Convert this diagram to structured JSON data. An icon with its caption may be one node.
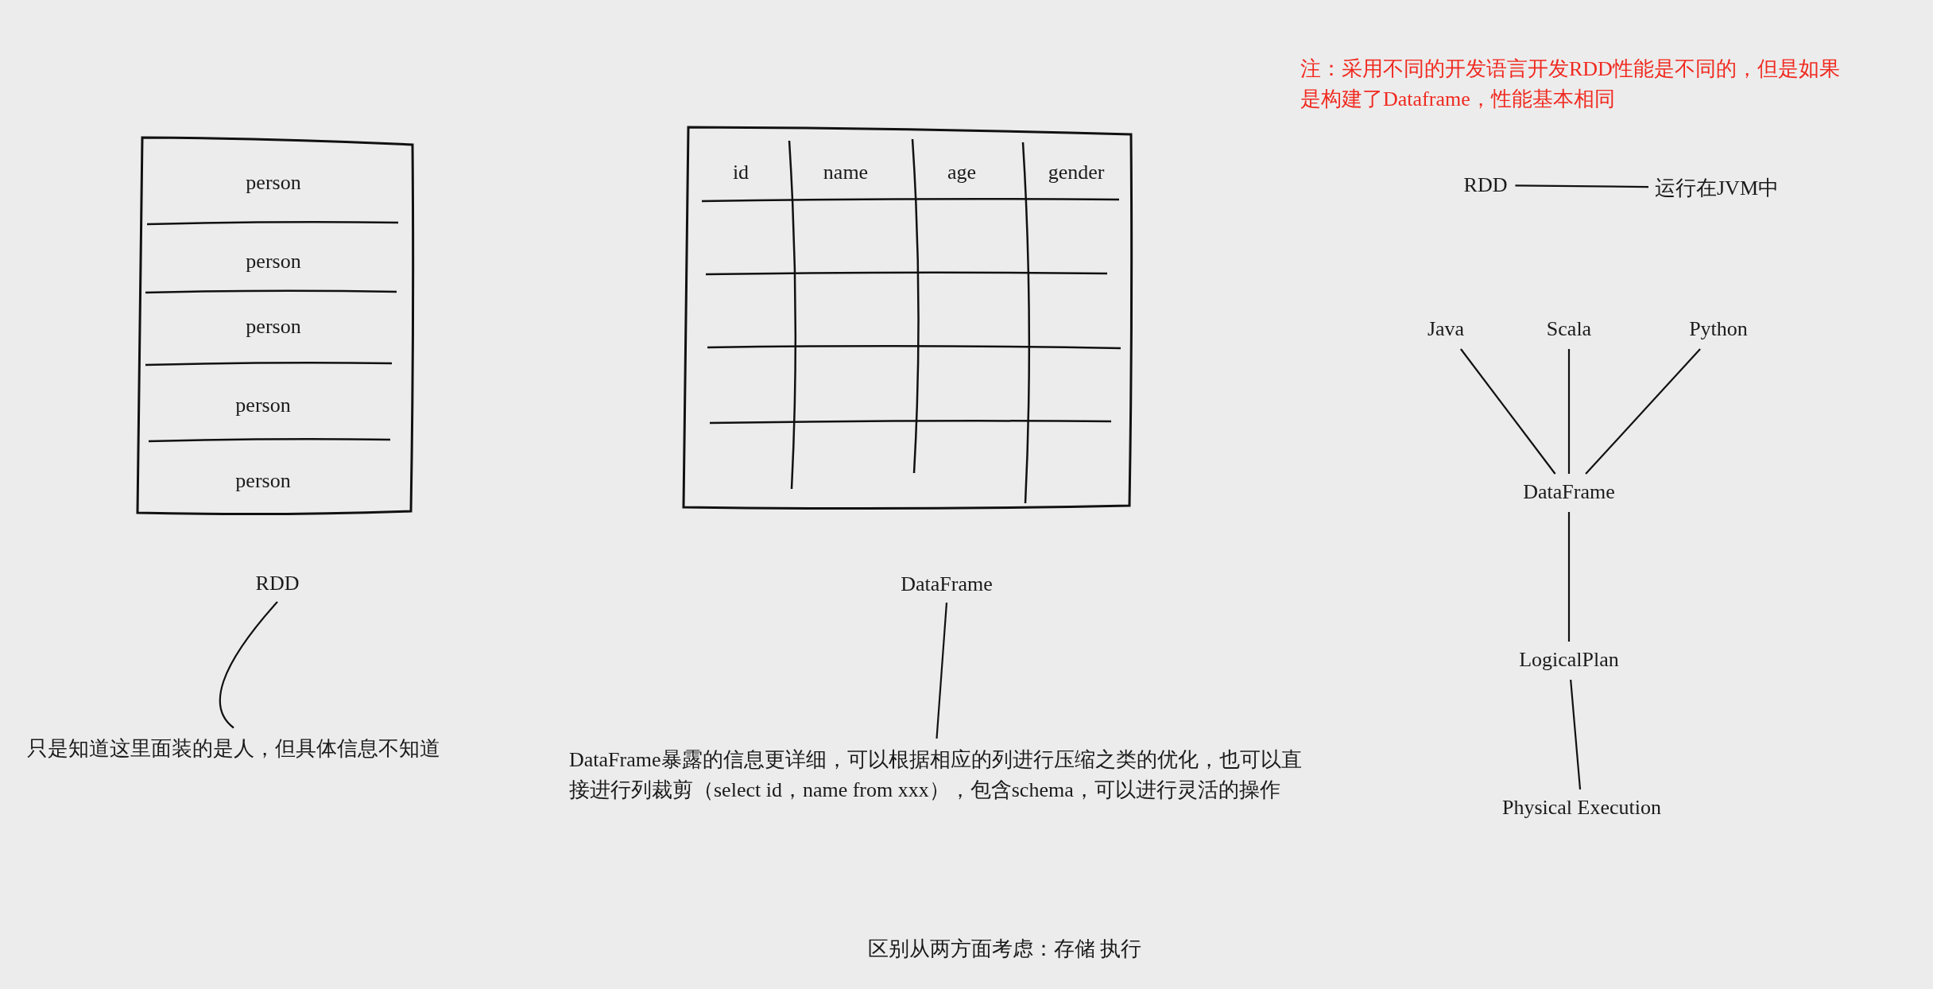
{
  "diagram": {
    "nodes": [
      {
        "text": [
          "person",
          "person",
          "person",
          "person",
          "person"
        ]
      },
      {
        "text": [
          "id",
          "name",
          "age",
          "gender"
        ]
      },
      {
        "text": [
          "RDD"
        ]
      },
      {
        "text": [
          "只是知道这里面装的是人，但具体信息不知道"
        ]
      },
      {
        "text": [
          "DataFrame"
        ]
      },
      {
        "text": [
          "DataFrame暴露的信息更详细，可以根据相应的列进行压缩之类的优化，也可以直接进行列裁剪（select id，name from xxx），包含schema，可以进行灵活的操作"
        ]
      },
      {
        "text": [
          "RDD"
        ]
      },
      {
        "text": [
          "运行在JVM中"
        ]
      },
      {
        "text": [
          "Java"
        ]
      },
      {
        "text": [
          "Scala"
        ]
      },
      {
        "text": [
          "Python"
        ]
      },
      {
        "text": [
          "DataFrame"
        ]
      },
      {
        "text": [
          "LogicalPlan"
        ]
      },
      {
        "text": [
          "Physical Execution"
        ]
      }
    ],
    "edges": [
      {
        "from": 2,
        "to": 3,
        "arrow": "none"
      },
      {
        "from": 4,
        "to": 5,
        "arrow": "none"
      },
      {
        "from": 6,
        "to": 7,
        "arrow": "none"
      },
      {
        "from": 8,
        "to": 11,
        "arrow": "none"
      },
      {
        "from": 9,
        "to": 11,
        "arrow": "none"
      },
      {
        "from": 10,
        "to": 11,
        "arrow": "none"
      },
      {
        "from": 11,
        "to": 12,
        "arrow": "none"
      },
      {
        "from": 12,
        "to": 13,
        "arrow": "none"
      }
    ],
    "labels": [
      "注：采用不同的开发语言开发RDD性能是不同的，但是如果是构建了Dataframe，性能基本相同",
      "区别从两方面考虑：存储 执行"
    ]
  }
}
